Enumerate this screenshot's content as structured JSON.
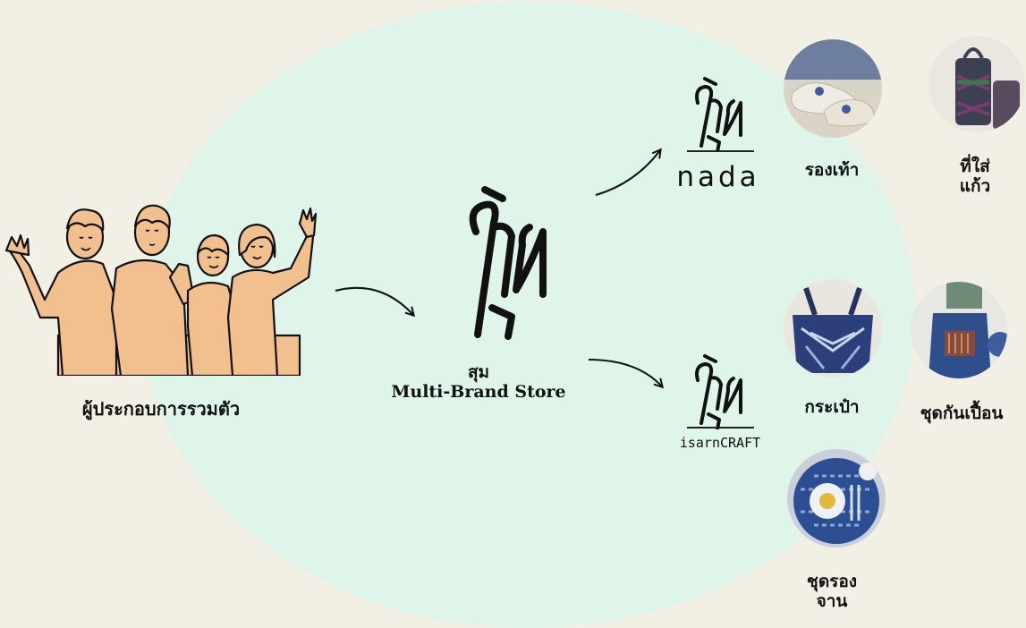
{
  "people_label": "ผู้ประกอบการรวมตัว",
  "store": {
    "logo_text": "สุม",
    "name_line1": "สุม",
    "name_line2": "Multi-Brand Store"
  },
  "brands": [
    {
      "logo_text": "สุม",
      "sub": "nada"
    },
    {
      "logo_text": "สุม",
      "sub": "isarnCRAFT"
    }
  ],
  "products": [
    {
      "label": "รองเท้า",
      "icon": "shoes-photo"
    },
    {
      "label": "ที่ใส่\nแก้ว",
      "icon": "cup-holder-photo"
    },
    {
      "label": "กระเป๋า",
      "icon": "bag-photo"
    },
    {
      "label": "ชุดกันเปื้อน",
      "icon": "apron-photo"
    },
    {
      "label": "ชุดรอง\nจาน",
      "icon": "placemat-photo"
    }
  ],
  "colors": {
    "background": "#f2efe4",
    "blob": "#dff5ea",
    "people_fill": "#f2c08f",
    "indigo": "#2d4a8a"
  }
}
